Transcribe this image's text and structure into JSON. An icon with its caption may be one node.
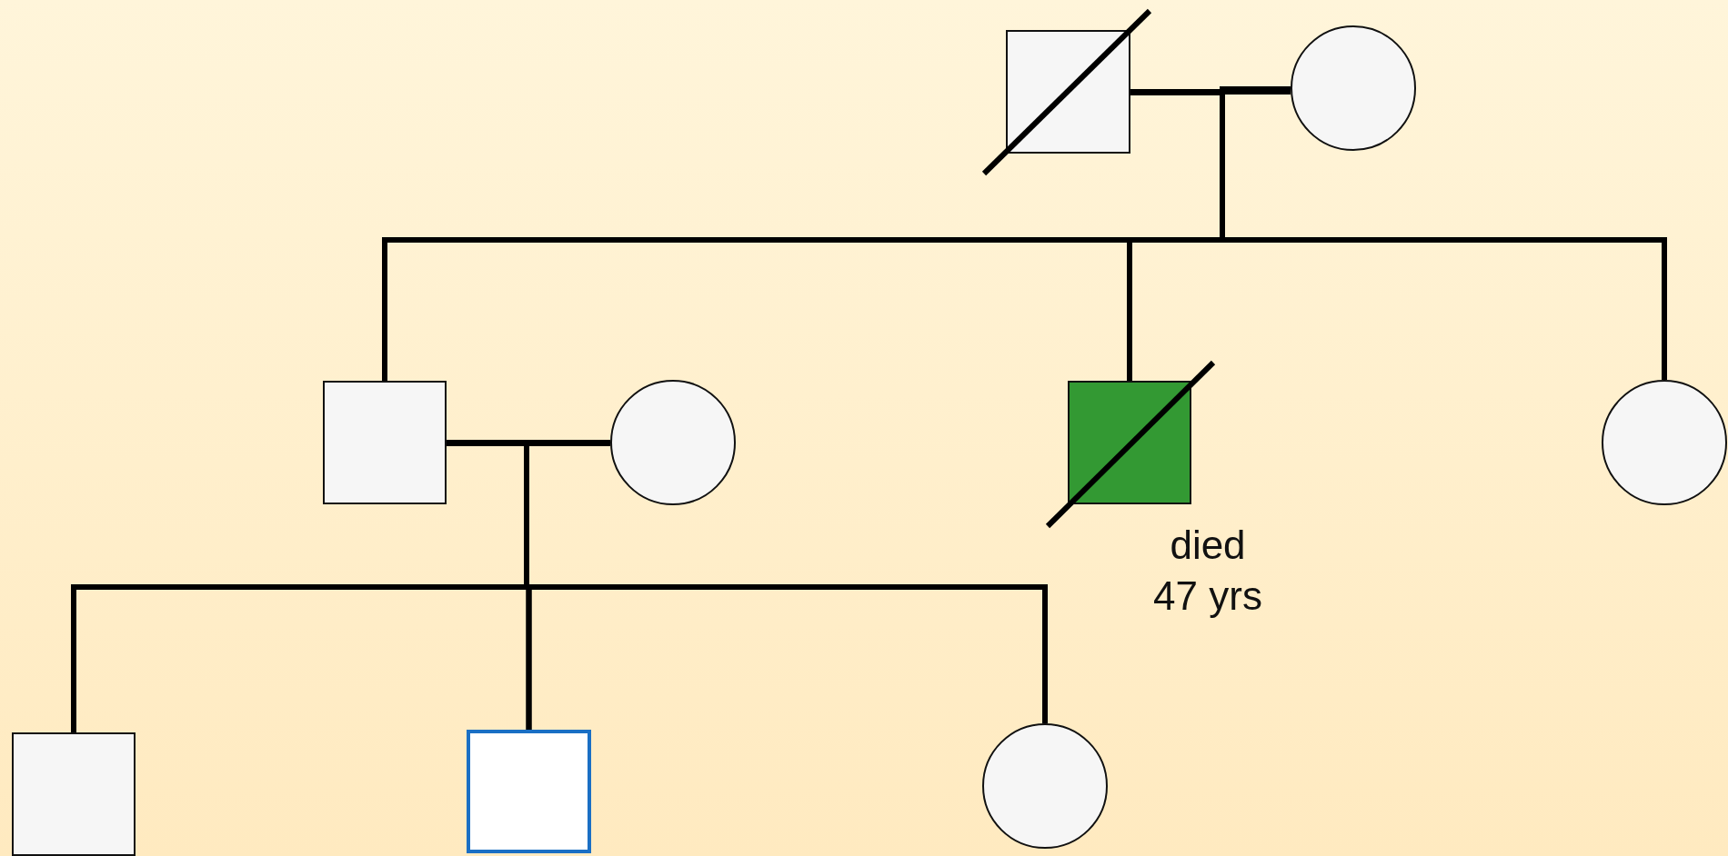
{
  "diagram": {
    "nodes": [
      {
        "text": [],
        "shape": "box"
      },
      {
        "text": [],
        "shape": "circle"
      },
      {
        "text": [],
        "shape": "box"
      },
      {
        "text": [],
        "shape": "circle"
      },
      {
        "text": [],
        "shape": "box",
        "beside": [
          "died 47 yrs"
        ]
      },
      {
        "text": [],
        "shape": "circle"
      },
      {
        "text": [],
        "shape": "box"
      },
      {
        "text": [],
        "shape": "box"
      },
      {
        "text": [],
        "shape": "circle"
      }
    ],
    "edges": [
      {
        "from": 0,
        "to": 1,
        "arrow": "none"
      },
      {
        "from": 0,
        "to": 2,
        "arrow": "none"
      },
      {
        "from": 1,
        "to": 2,
        "arrow": "none"
      },
      {
        "from": 0,
        "to": 4,
        "arrow": "none"
      },
      {
        "from": 1,
        "to": 4,
        "arrow": "none"
      },
      {
        "from": 0,
        "to": 5,
        "arrow": "none"
      },
      {
        "from": 1,
        "to": 5,
        "arrow": "none"
      },
      {
        "from": 2,
        "to": 3,
        "arrow": "none"
      },
      {
        "from": 2,
        "to": 6,
        "arrow": "none"
      },
      {
        "from": 3,
        "to": 6,
        "arrow": "none"
      },
      {
        "from": 2,
        "to": 7,
        "arrow": "none"
      },
      {
        "from": 3,
        "to": 7,
        "arrow": "none"
      },
      {
        "from": 2,
        "to": 8,
        "arrow": "none"
      },
      {
        "from": 3,
        "to": 8,
        "arrow": "none"
      }
    ]
  }
}
